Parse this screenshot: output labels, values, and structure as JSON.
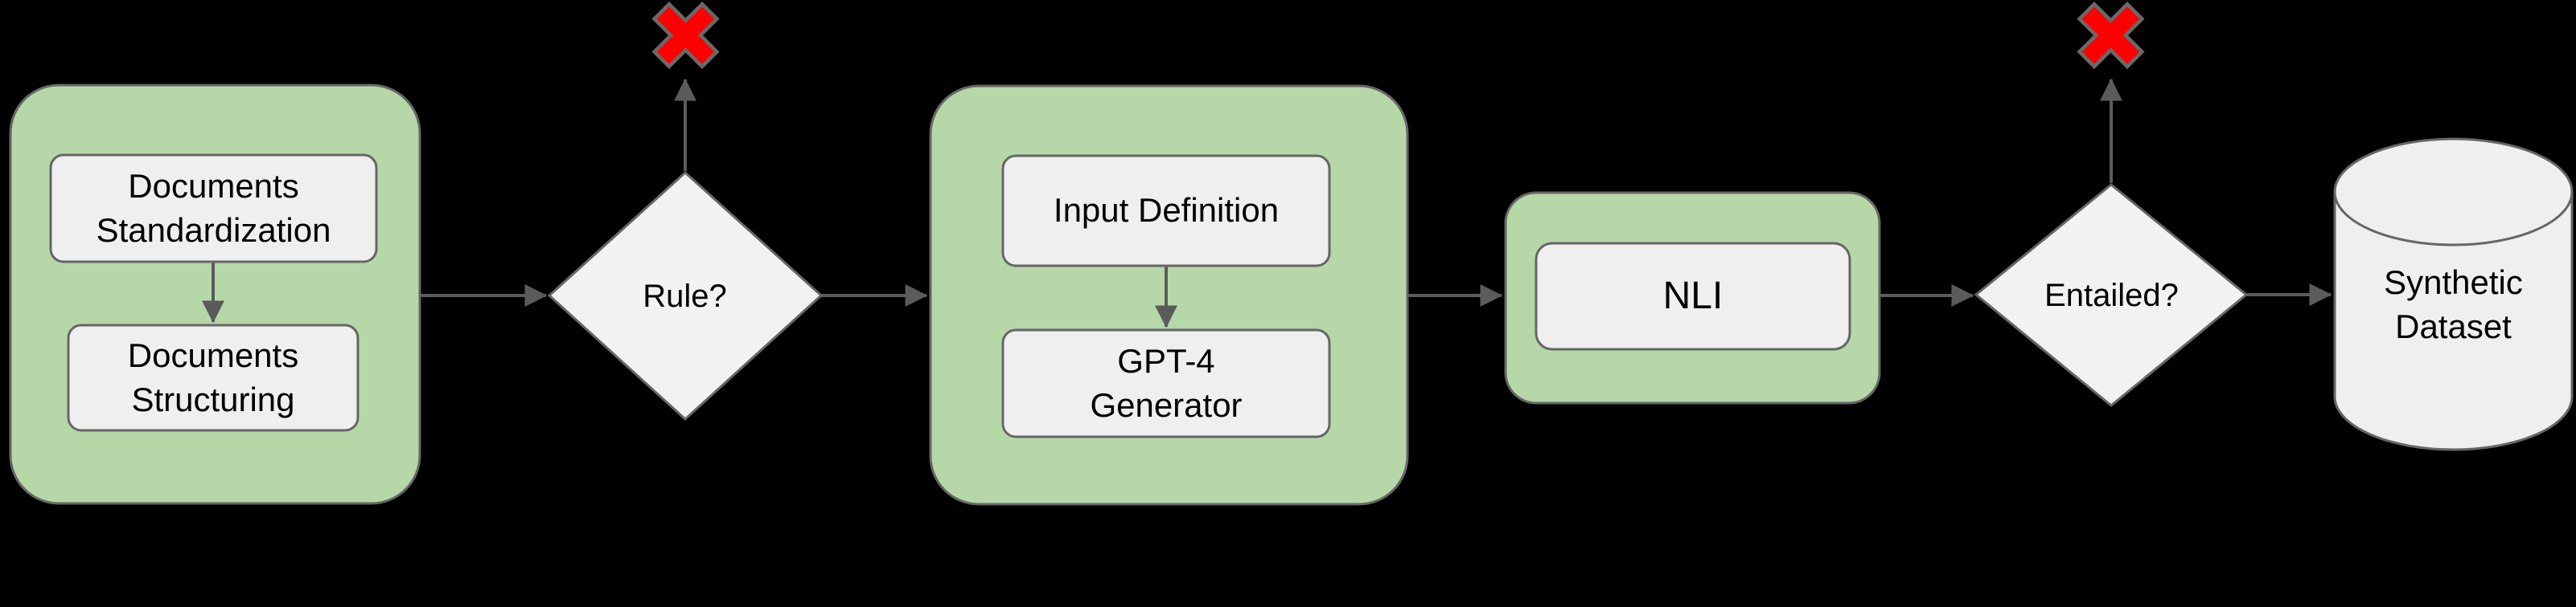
{
  "colors": {
    "background": "#000000",
    "group_fill": "#b6d7a8",
    "shape_border": "#666666",
    "box_fill": "#efefef",
    "decision_fill": "#f2f2f2",
    "store_fill": "#efefef",
    "arrow": "#5b5b5b",
    "text": "#000000",
    "reject_fill": "#ff0000",
    "reject_border": "#696969"
  },
  "pipeline": {
    "document_processing": {
      "steps": [
        "Documents\nStandardization",
        "Documents\nStructuring"
      ]
    },
    "rule_check": {
      "label": "Rule?"
    },
    "generation": {
      "steps": [
        "Input Definition",
        "GPT-4\nGenerator"
      ]
    },
    "nli": {
      "label": "NLI"
    },
    "entailment_check": {
      "label": "Entailed?"
    },
    "output_store": {
      "label": "Synthetic\nDataset"
    },
    "icons": {
      "reject": "red-x-mark"
    }
  }
}
